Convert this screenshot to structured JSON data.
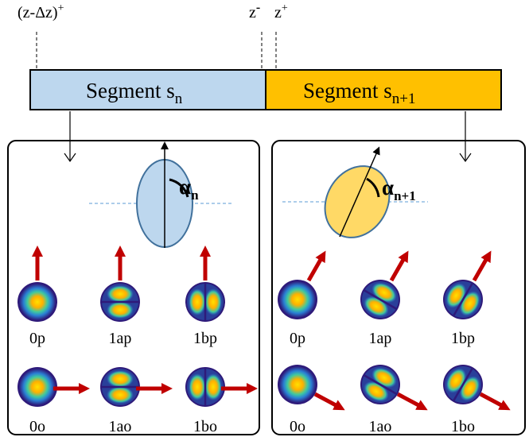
{
  "positions": {
    "z_prev": "(z-Δz)",
    "z_prev_sup": "+",
    "z_minus": "z",
    "z_minus_sup": "-",
    "z_plus": "z",
    "z_plus_sup": "+"
  },
  "segments": [
    {
      "name": "Segment s",
      "sub": "n",
      "color": "#bdd7ee"
    },
    {
      "name": "Segment s",
      "sub": "n+1",
      "color": "#ffc000"
    }
  ],
  "panels": [
    {
      "alpha": "α",
      "alpha_sub": "n",
      "ellipse_color": "#bdd7ee",
      "modes_top": [
        "0p",
        "1ap",
        "1bp"
      ],
      "modes_bottom": [
        "0o",
        "1ao",
        "1bo"
      ]
    },
    {
      "alpha": "α",
      "alpha_sub": "n+1",
      "ellipse_color": "#ffd966",
      "modes_top": [
        "0p",
        "1ap",
        "1bp"
      ],
      "modes_bottom": [
        "0o",
        "1ao",
        "1bo"
      ]
    }
  ],
  "colors": {
    "arrow_red": "#c00000",
    "dashed_blue": "#5b9bd5",
    "mode_outer": "#2e1a7a",
    "mode_core": "#ffe000"
  }
}
